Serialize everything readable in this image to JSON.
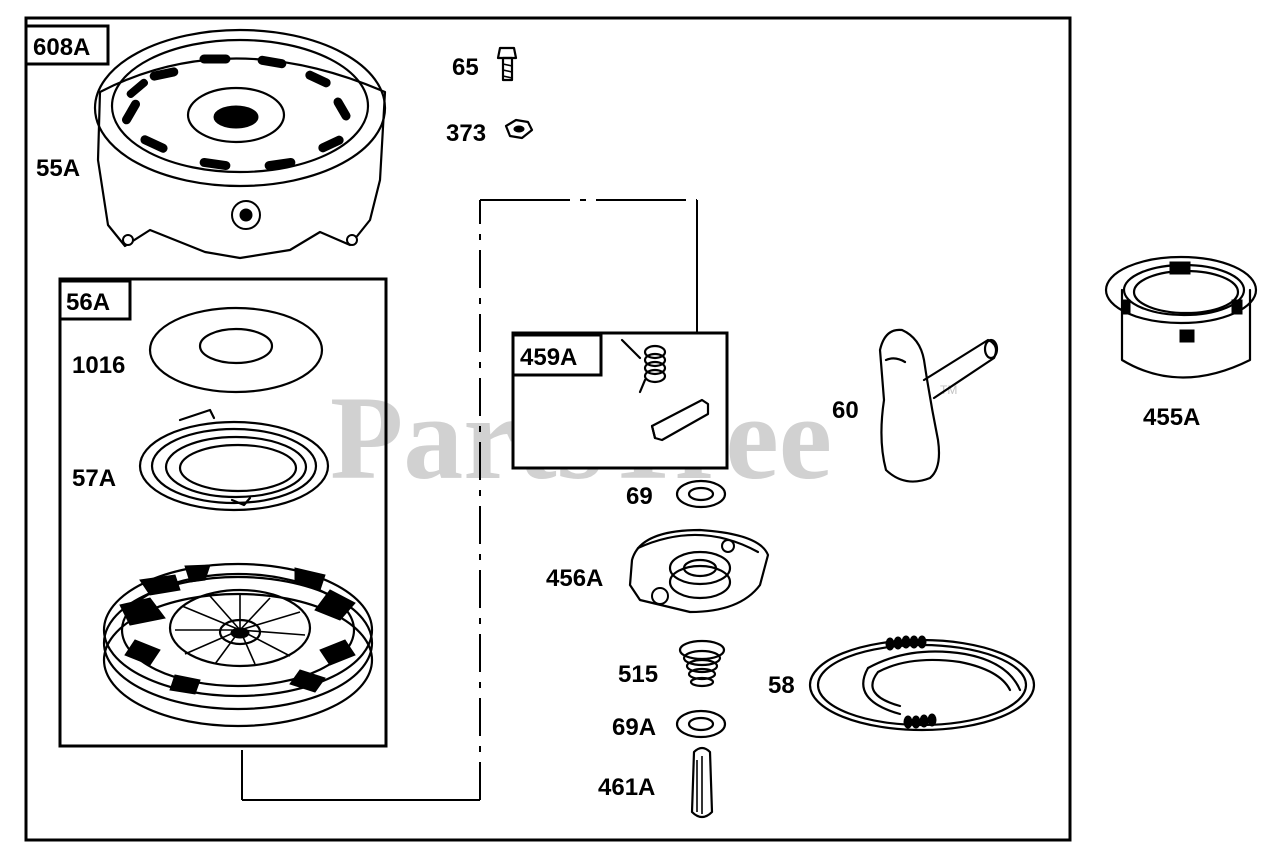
{
  "watermark": {
    "text": "PartsTree",
    "tm": "TM"
  },
  "callouts": {
    "assembly_608a": "608A",
    "kit_56a": "56A",
    "kit_459a": "459A",
    "p55a": "55A",
    "p65": "65",
    "p373": "373",
    "p1016": "1016",
    "p57a": "57A",
    "p60": "60",
    "p455a": "455A",
    "p69": "69",
    "p456a": "456A",
    "p515": "515",
    "p58": "58",
    "p69a": "69A",
    "p461a": "461A"
  },
  "icons": {
    "rewind_housing": "rewind-housing-icon",
    "bolt": "bolt-icon",
    "nut": "hex-nut-icon",
    "washer": "washer-icon",
    "spring": "rewind-spring-icon",
    "pulley": "starter-pulley-icon",
    "handle": "starter-handle-icon",
    "cup": "starter-cup-icon",
    "clip_spring": "pawl-spring-icon",
    "pawl": "pawl-icon",
    "retainer": "pawl-retainer-icon",
    "compression_spring": "compression-spring-icon",
    "rope": "starter-rope-icon",
    "pin": "retainer-pin-icon"
  }
}
